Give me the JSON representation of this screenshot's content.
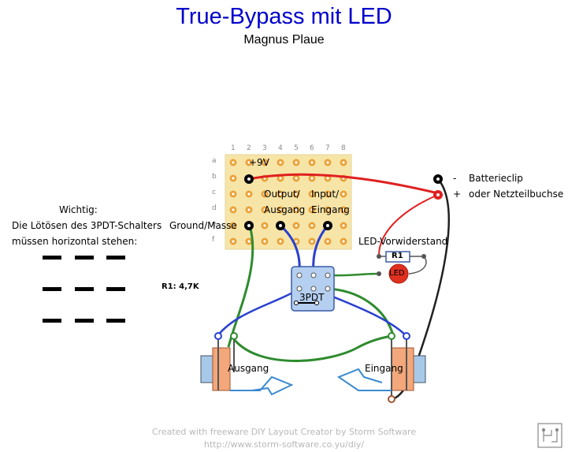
{
  "title": "True-Bypass mit LED",
  "author": "Magnus Plaue",
  "board": {
    "columns": [
      "1",
      "2",
      "3",
      "4",
      "5",
      "6",
      "7",
      "8"
    ],
    "rows": [
      "a",
      "b",
      "c",
      "d",
      "e",
      "f"
    ]
  },
  "labels": {
    "plus9v": "+9V",
    "output_line1": "Output/",
    "output_line2": "Ausgang",
    "input_line1": "Input/",
    "input_line2": "Eingang",
    "ground": "Ground/Masse",
    "led_resistor": "LED-Vorwiderstand",
    "r1": "R1",
    "led": "LED",
    "switch": "3PDT",
    "r1_value": "R1: 4,7K",
    "minus_sign": "-",
    "plus_sign": "+",
    "battery": "Batterieclip",
    "power_jack": "oder Netzteilbuchse",
    "jack_out": "Ausgang",
    "jack_in": "Eingang"
  },
  "note": {
    "line1": "Wichtig:",
    "line2": "Die Lötösen des 3PDT-Schalters",
    "line3": "müssen horizontal stehen:"
  },
  "footer": {
    "line1": "Created with freeware DIY Layout Creator by Storm Software",
    "line2": "http://www.storm-software.co.yu/diy/"
  },
  "colors": {
    "title": "#0000cc",
    "wire_red": "#e02020",
    "wire_blue": "#2a40d0",
    "wire_green": "#2e8b2e",
    "wire_black": "#202020",
    "board": "#f7e5a8",
    "jack_body": "#f3a77a",
    "jack_sleeve": "#a8c8e8",
    "switch_body": "#b5cff0",
    "led": "#e03020"
  }
}
